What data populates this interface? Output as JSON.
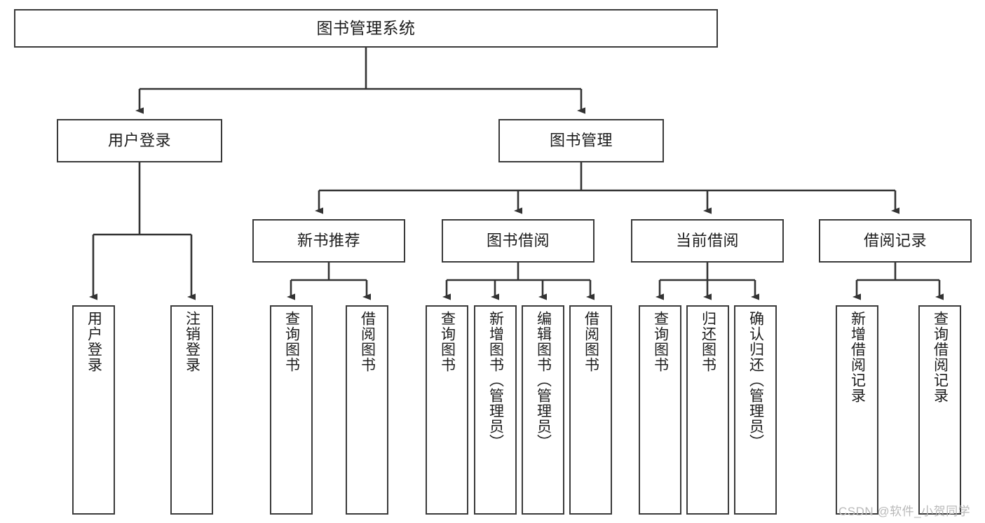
{
  "diagram": {
    "type": "tree",
    "title": "图书管理系统",
    "watermark": "CSDN @软件_小贺同学",
    "colors": {
      "box_border": "#3a3a3a",
      "box_fill": "#ffffff",
      "connector": "#333333",
      "text": "#1c1c1c",
      "watermark": "#b9b9b9"
    },
    "nodes": {
      "root": {
        "label": "图书管理系统"
      },
      "level2": [
        {
          "label": "用户登录"
        },
        {
          "label": "图书管理"
        }
      ],
      "level3": [
        {
          "label": "新书推荐"
        },
        {
          "label": "图书借阅"
        },
        {
          "label": "当前借阅"
        },
        {
          "label": "借阅记录"
        }
      ],
      "leaves": {
        "user_login": [
          {
            "label": "用户登录"
          },
          {
            "label": "注销登录"
          }
        ],
        "new_book": [
          {
            "label": "查询图书"
          },
          {
            "label": "借阅图书"
          }
        ],
        "book_borrow": [
          {
            "label": "查询图书"
          },
          {
            "label": "新增图书（管理员）"
          },
          {
            "label": "编辑图书（管理员）"
          },
          {
            "label": "借阅图书"
          }
        ],
        "current_borrow": [
          {
            "label": "查询图书"
          },
          {
            "label": "归还图书"
          },
          {
            "label": "确认归还（管理员）"
          }
        ],
        "borrow_record": [
          {
            "label": "新增借阅记录"
          },
          {
            "label": "查询借阅记录"
          }
        ]
      }
    }
  }
}
